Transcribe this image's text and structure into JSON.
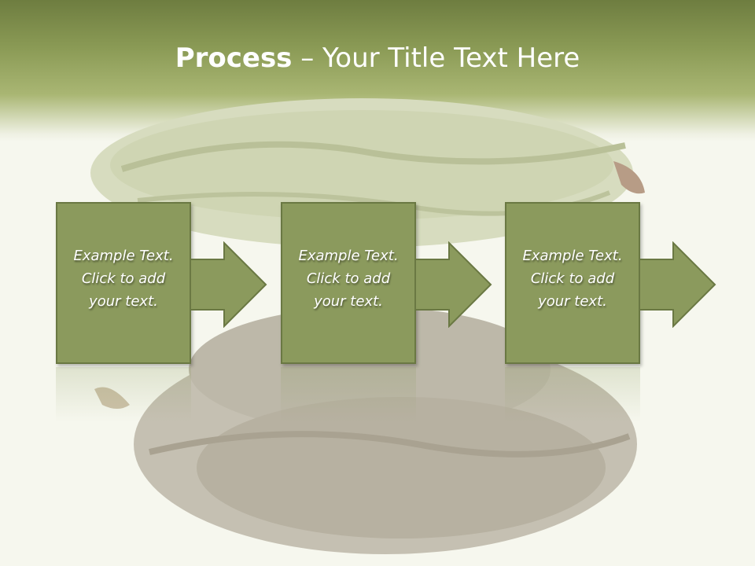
{
  "slide": {
    "title_bold": "Process",
    "title_rest": " – Your Title Text Here"
  },
  "steps": [
    {
      "line1": "Example Text.",
      "line2": "Click  to add",
      "line3": "your text."
    },
    {
      "line1": "Example Text.",
      "line2": "Click  to add",
      "line3": "your text."
    },
    {
      "line1": "Example Text.",
      "line2": "Click  to add",
      "line3": "your text."
    }
  ],
  "colors": {
    "header": "#7b8a4a",
    "box_fill": "#8b9a5d",
    "box_border": "#6a7843",
    "text": "#ffffff"
  },
  "images": [
    "cocoa-pod-green",
    "cocoa-pod-brown"
  ]
}
